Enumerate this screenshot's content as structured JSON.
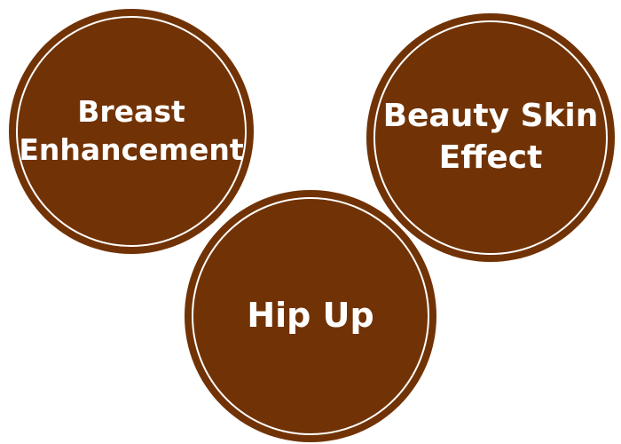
{
  "theme": {
    "circle_fill": "#713306",
    "ring_color": "#ffffff",
    "text_color": "#ffffff",
    "background": "#ffffff"
  },
  "circles": {
    "breast": {
      "label": "Breast\nEnhancement"
    },
    "beauty": {
      "label": "Beauty Skin\nEffect"
    },
    "hip": {
      "label": "Hip Up"
    }
  }
}
